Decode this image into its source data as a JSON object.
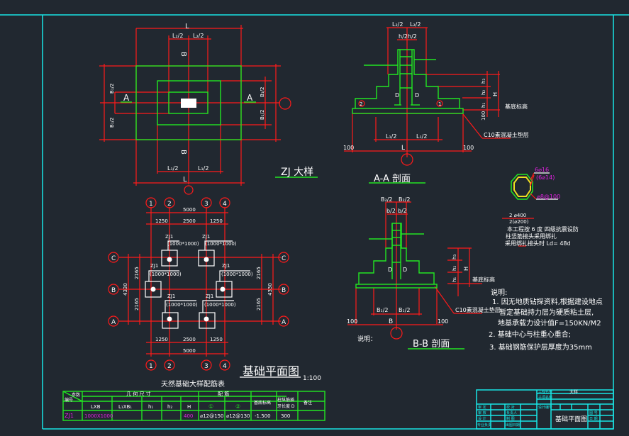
{
  "drawing": {
    "zj_detail": {
      "title": "ZJ 大样",
      "labels": {
        "L": "L",
        "L2_half": "L₂/2",
        "L1_half": "L₁/2",
        "B": "B",
        "B1_half": "B₁/2",
        "B2_half": "B₂/2",
        "section_mark": "A"
      }
    },
    "section_aa": {
      "title": "A-A 剖面",
      "labels": {
        "L2_half": "L₂/2",
        "h_half": "h/2",
        "D": "D",
        "L1_half": "L₁/2",
        "L": "L",
        "offset_left": "100",
        "offset_right": "100",
        "h1": "h₁",
        "h2": "h₂",
        "h3": "h₃",
        "H": "H",
        "cushion_thk": "100",
        "base_elev_label": "基底标高",
        "cushion_label": "C10素混凝土垫层",
        "rebar1": "1",
        "rebar2": "2"
      }
    },
    "section_bb": {
      "title": "B-B 剖面",
      "labels": {
        "B2_half": "B₂/2",
        "b_half": "b/2",
        "D": "D",
        "B1_half": "B₁/2",
        "B": "B",
        "offset_left": "100",
        "offset_right": "100",
        "h1": "h₁",
        "h2": "h₂",
        "h3": "h₃",
        "H": "H",
        "base_elev_label": "基底标高",
        "cushion_label": "C10素混凝土垫层",
        "note_label": "说明："
      }
    },
    "column_section": {
      "main_rebar": "6⌀16",
      "main_rebar_alt": "(6⌀14)",
      "stirrup": "⌀8@100",
      "frac_top": "2 ⌀400",
      "frac_bottom": "2(⌀200)",
      "note_lines": [
        "本工程按 6 度 四级抗震设防",
        "柱竖筋接头采用绑扎",
        "采用绑扎接头时 Ld= 48d"
      ]
    },
    "notes": {
      "heading": "说明:",
      "items": [
        "1. 因无地质钻探资料,根据建设地点",
        "暂定基础持力层为硬质粘土层,",
        "地基承载力设计值F=150KN/M2",
        "2. 基础中心与柱重心重合;",
        "3. 基础钢筋保护层厚度为35mm"
      ]
    },
    "plan": {
      "title": "基础平面图",
      "scale": "1:100",
      "axes_x": [
        "1",
        "2",
        "3",
        "4"
      ],
      "axes_y": [
        "C",
        "B",
        "A"
      ],
      "dims_x_total": "5000",
      "dims_x": [
        "1250",
        "2500",
        "1250"
      ],
      "dims_y_total": "4330",
      "dims_y": [
        "2165",
        "2165"
      ],
      "footing_label": "ZJ1",
      "footing_size": "(1000*1000)",
      "footings": [
        {
          "label": "ZJ1",
          "size": "(1000*1000)"
        },
        {
          "label": "ZJ1",
          "size": "(1000*1000)"
        },
        {
          "label": "ZJ1",
          "size": "(1000*1000)"
        },
        {
          "label": "ZJ1",
          "size": "(1000*1000)"
        },
        {
          "label": "ZJ1",
          "size": "(1000*1000)"
        },
        {
          "label": "ZJ1",
          "size": "(1000*1000)"
        }
      ]
    },
    "schedule": {
      "title": "天然基础大样配筋表",
      "header_corner_top": "参数",
      "header_corner_bottom": "编号",
      "group_geometry": "几 何 尺 寸",
      "group_rebar": "配 筋",
      "col_LxB": "LXB",
      "col_L1xB1": "L₁XB₁",
      "col_h1": "h₁",
      "col_h2": "h₂",
      "col_H": "H",
      "col_r1": "①",
      "col_r2": "②",
      "col_elev": "基底标高",
      "col_anchor_top": "柱纵筋插",
      "col_anchor_bottom": "牙长度 D",
      "col_remark": "备注",
      "rows": [
        {
          "id": "ZJ1",
          "LxB": "1000X1000",
          "L1xB1": "",
          "h1": "",
          "h2": "",
          "H": "400",
          "r1": "⌀12@150",
          "r2": "⌀12@130",
          "elev": "-1.500",
          "anchor": "300",
          "remark": ""
        }
      ]
    },
    "title_block": {
      "project_label": "工程名称",
      "project_value": "大样",
      "subproject_label": "子项名称",
      "design_no_label": "设计编号",
      "drawing_title": "基础平面图",
      "roles": [
        "审 定",
        "审 核",
        "设 计",
        "专业负责"
      ],
      "roles2": [
        "校 对",
        "负责人",
        "制 图",
        "出图日期"
      ],
      "misc": [
        "图 号",
        "日 期"
      ]
    }
  }
}
